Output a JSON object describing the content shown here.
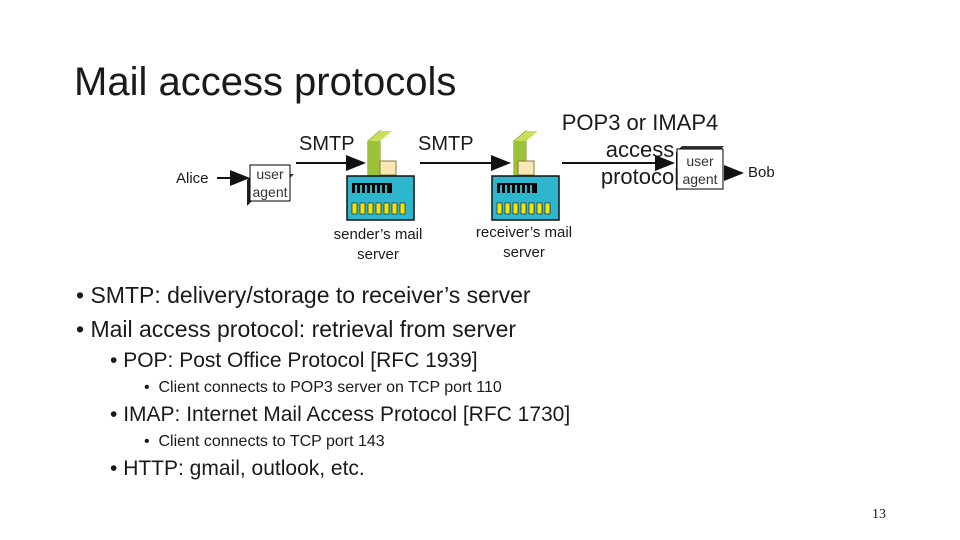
{
  "slide": {
    "title": "Mail access protocols",
    "page_number": "13"
  },
  "diagram": {
    "alice_label": "Alice",
    "bob_label": "Bob",
    "user_agent_left": [
      "user",
      "agent"
    ],
    "user_agent_right": [
      "user",
      "agent"
    ],
    "smtp_label_1": "SMTP",
    "smtp_label_2": "SMTP",
    "access_label": [
      "POP3 or IMAP4",
      "access",
      "protocol"
    ],
    "sender_server_label": [
      "sender’s mail",
      "server"
    ],
    "receiver_server_label": [
      "receiver’s mail",
      "server"
    ]
  },
  "bullets": [
    {
      "level": 1,
      "text": "SMTP: delivery/storage to receiver’s server"
    },
    {
      "level": 1,
      "text": "Mail access protocol: retrieval from server"
    },
    {
      "level": 2,
      "text": "POP: Post Office Protocol [RFC 1939]"
    },
    {
      "level": 3,
      "text": "Client connects to POP3 server on TCP port 110"
    },
    {
      "level": 2,
      "text": "IMAP: Internet Mail Access Protocol [RFC 1730]"
    },
    {
      "level": 3,
      "text": "Client connects to TCP port 143"
    },
    {
      "level": 2,
      "text": "HTTP: gmail, outlook, etc."
    }
  ]
}
